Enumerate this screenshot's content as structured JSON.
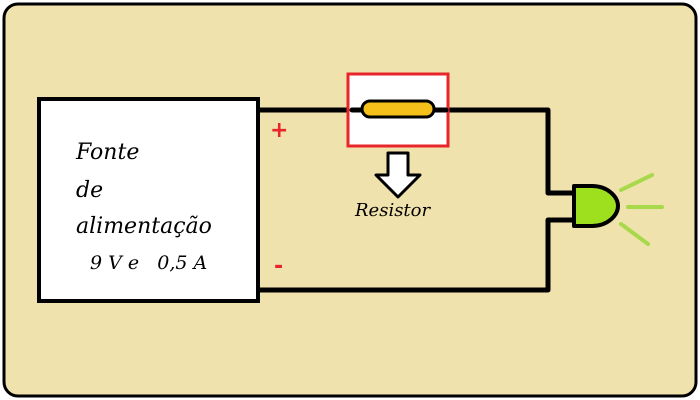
{
  "power_supply": {
    "line1": "Fonte",
    "line2": "de",
    "line3": "alimentação",
    "rating": "9 V e   0,5 A"
  },
  "terminals": {
    "positive": "+",
    "negative": "-"
  },
  "resistor": {
    "label": "Resistor"
  },
  "colors": {
    "background": "#f0e2ac",
    "wire": "#000000",
    "highlight": "#e8252a",
    "resistor_body": "#f5c01a",
    "led": "#9ee01e",
    "led_glow": "#a7d94a",
    "sign": "#e8252a"
  }
}
